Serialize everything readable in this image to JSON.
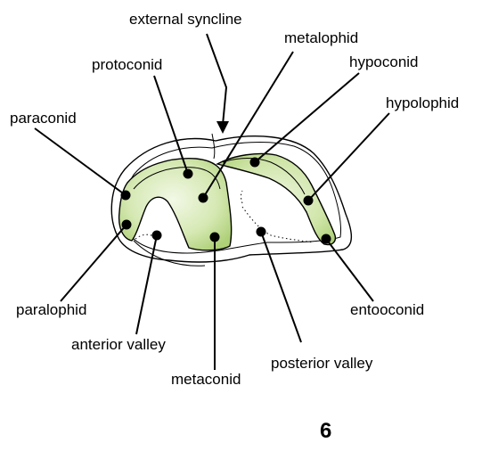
{
  "labels": {
    "external_syncline": "external syncline",
    "metalophid": "metalophid",
    "protoconid": "protoconid",
    "hypoconid": "hypoconid",
    "hypolophid": "hypolophid",
    "paraconid": "paraconid",
    "paralophid": "paralophid",
    "anterior_valley": "anterior valley",
    "metaconid": "metaconid",
    "posterior_valley": "posterior valley",
    "entooconid": "entooconid"
  },
  "figure_number": "6",
  "colors": {
    "cusp_fill_light": "#eef6df",
    "cusp_fill_dark": "#b5d67e",
    "ink": "#000000"
  }
}
